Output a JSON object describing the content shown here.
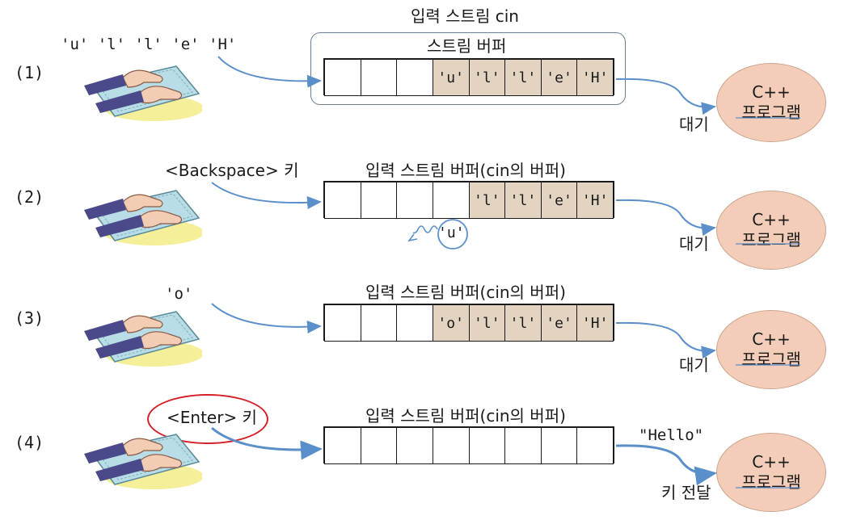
{
  "title": "입력 스트림 cin",
  "rows": [
    {
      "step": "(1)",
      "input": "'u' 'l' 'l' 'e' 'H'",
      "buffer_label": "스트림 버퍼",
      "cells": [
        "",
        "",
        "",
        "'u'",
        "'l'",
        "'l'",
        "'e'",
        "'H'"
      ],
      "status": "대기"
    },
    {
      "step": "(2)",
      "input": "<Backspace> 키",
      "buffer_label": "입력 스트림 버퍼(cin의 버퍼)",
      "cells": [
        "",
        "",
        "",
        "",
        "'l'",
        "'l'",
        "'e'",
        "'H'"
      ],
      "removed": "'u'",
      "status": "대기"
    },
    {
      "step": "(3)",
      "input": "'o'",
      "buffer_label": "입력 스트림 버퍼(cin의 버퍼)",
      "cells": [
        "",
        "",
        "",
        "'o'",
        "'l'",
        "'l'",
        "'e'",
        "'H'"
      ],
      "status": "대기"
    },
    {
      "step": "(4)",
      "input": "<Enter> 키",
      "buffer_label": "입력 스트림 버퍼(cin의 버퍼)",
      "cells": [
        "",
        "",
        "",
        "",
        "",
        "",
        "",
        ""
      ],
      "delivered": "\"Hello\"",
      "status": "키 전달"
    }
  ],
  "program": {
    "line1": "C++",
    "line2": "프로그램"
  },
  "colors": {
    "filled_cell": "#e3d4c2",
    "arrow": "#5b8fc9",
    "program": "#f4cdb8",
    "highlight": "#d61f26"
  },
  "icons": [
    "keyboard-hands-icon"
  ]
}
